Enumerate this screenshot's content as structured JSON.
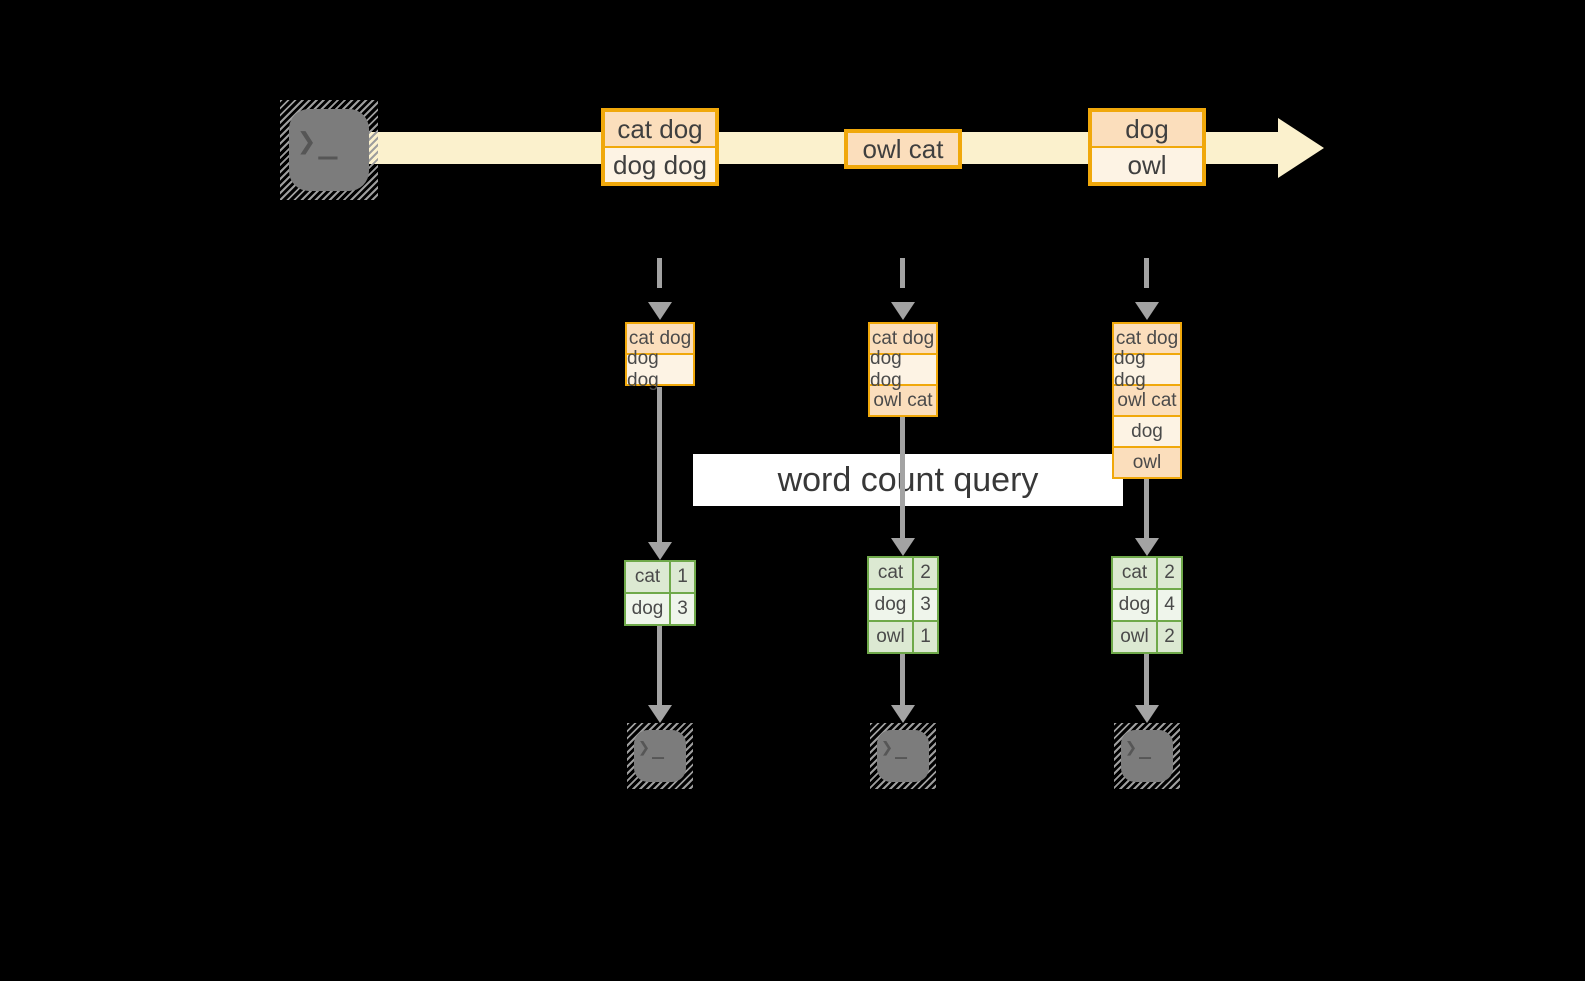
{
  "banner": {
    "label": "word count query"
  },
  "glyphs": {
    "terminal_prompt": "❯_"
  },
  "stream": {
    "events": [
      {
        "rows": [
          "cat dog",
          "dog dog"
        ]
      },
      {
        "rows": [
          "owl cat"
        ]
      },
      {
        "rows": [
          "dog",
          "owl"
        ]
      }
    ]
  },
  "workers": [
    {
      "buffer": [
        "cat dog",
        "dog dog"
      ],
      "counts": [
        {
          "word": "cat",
          "value": "1"
        },
        {
          "word": "dog",
          "value": "3"
        }
      ]
    },
    {
      "buffer": [
        "cat dog",
        "dog dog",
        "owl cat"
      ],
      "counts": [
        {
          "word": "cat",
          "value": "2"
        },
        {
          "word": "dog",
          "value": "3"
        },
        {
          "word": "owl",
          "value": "1"
        }
      ]
    },
    {
      "buffer": [
        "cat dog",
        "dog dog",
        "owl cat",
        "dog",
        "owl"
      ],
      "counts": [
        {
          "word": "cat",
          "value": "2"
        },
        {
          "word": "dog",
          "value": "4"
        },
        {
          "word": "owl",
          "value": "2"
        }
      ]
    }
  ],
  "colors": {
    "background": "#000000",
    "stream_arrow": "#FBF1CD",
    "event_border": "#F0A80B",
    "event_fill_dark": "#FBDEBC",
    "event_fill_light": "#FDF3E4",
    "table_border": "#6FA94A",
    "table_fill_dark": "#DCE9D2",
    "table_fill_light": "#EFF5EB",
    "arrow_gray": "#A3A3A3",
    "terminal_gray": "#7C7C7C",
    "banner_bg": "#FFFFFF",
    "text": "#3F3F3F"
  }
}
